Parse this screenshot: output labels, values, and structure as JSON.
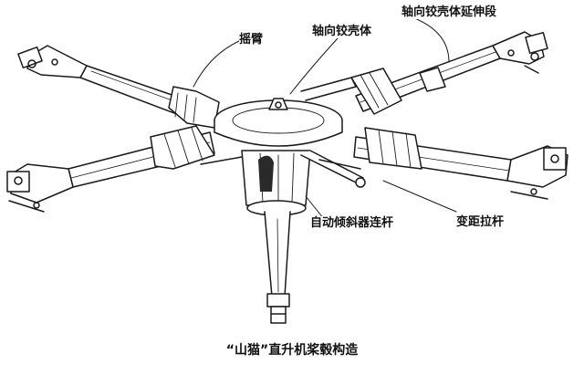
{
  "labels": {
    "rocker_arm": "摇臂",
    "axial_hinge_housing": "轴向铰壳体",
    "hinge_housing_extension": "轴向铰壳体延伸段",
    "swashplate_link": "自动倾斜器连杆",
    "pitch_link": "变距拉杆"
  },
  "caption": "“山猫”直升机桨毂构造"
}
